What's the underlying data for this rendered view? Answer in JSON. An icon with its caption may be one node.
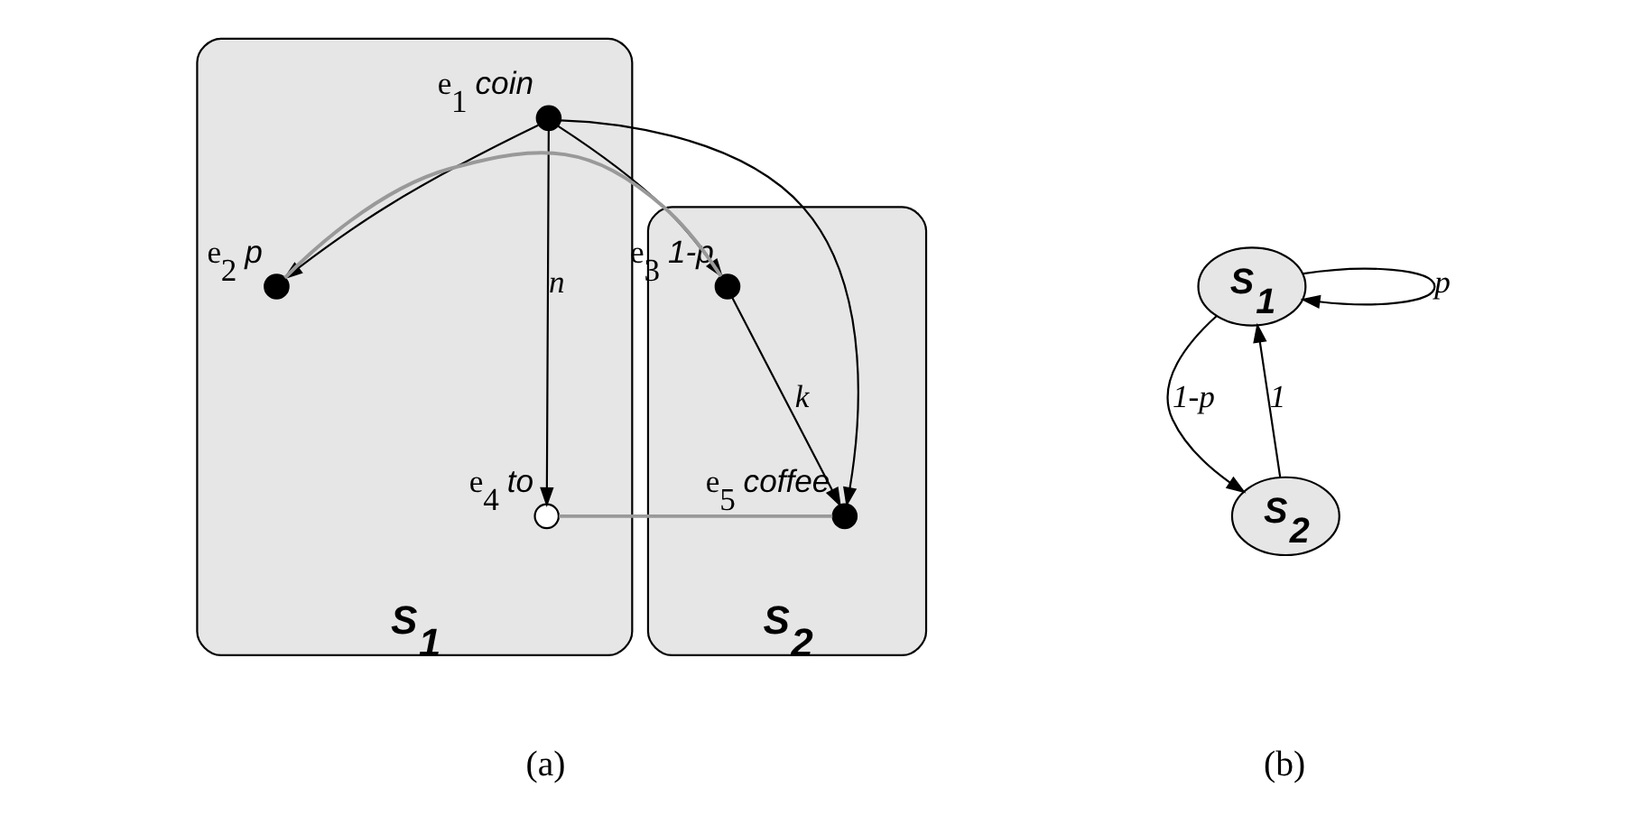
{
  "diagram": {
    "nodes": [
      {
        "text": [
          "S$_{1}$"
        ]
      },
      {
        "text": [
          "S$_{2}$"
        ]
      },
      {
        "text": [],
        "shape": "circle",
        "in": 0,
        "beside": [
          "e$_{1}$",
          "coin"
        ]
      },
      {
        "text": [],
        "shape": "circle",
        "in": 0,
        "beside": [
          "e$_{2}$",
          "p"
        ]
      },
      {
        "text": [],
        "shape": "circle",
        "in": 0,
        "beside": [
          "e$_{4}$",
          "to"
        ]
      },
      {
        "text": [],
        "shape": "circle",
        "in": 1,
        "beside": [
          "e$_{3}$",
          "1-p"
        ]
      },
      {
        "text": [],
        "shape": "circle",
        "in": 1,
        "beside": [
          "e$_{5}$",
          "coffee"
        ]
      },
      {
        "text": [
          "S$_{1}$"
        ]
      },
      {
        "text": [
          "S$_{2}$"
        ]
      }
    ],
    "edges": [
      {
        "from": 2,
        "to": 3,
        "arrow": "to"
      },
      {
        "from": 2,
        "to": 4,
        "arrow": "to",
        "label": "n"
      },
      {
        "from": 2,
        "to": 5,
        "arrow": "to"
      },
      {
        "from": 2,
        "to": 6,
        "arrow": "to"
      },
      {
        "from": 5,
        "to": 6,
        "arrow": "to",
        "label": "k"
      },
      {
        "from": 3,
        "to": 5,
        "arrow": "none",
        "color": "#999999"
      },
      {
        "from": 4,
        "to": 6,
        "arrow": "none",
        "color": "#999999"
      },
      {
        "from": 7,
        "to": 7,
        "arrow": "to",
        "label": "p"
      },
      {
        "from": 7,
        "to": 8,
        "arrow": "to",
        "label": "1-p"
      },
      {
        "from": 8,
        "to": 7,
        "arrow": "to",
        "label": "1"
      }
    ],
    "labels": [
      "(a)",
      "(b)"
    ]
  }
}
